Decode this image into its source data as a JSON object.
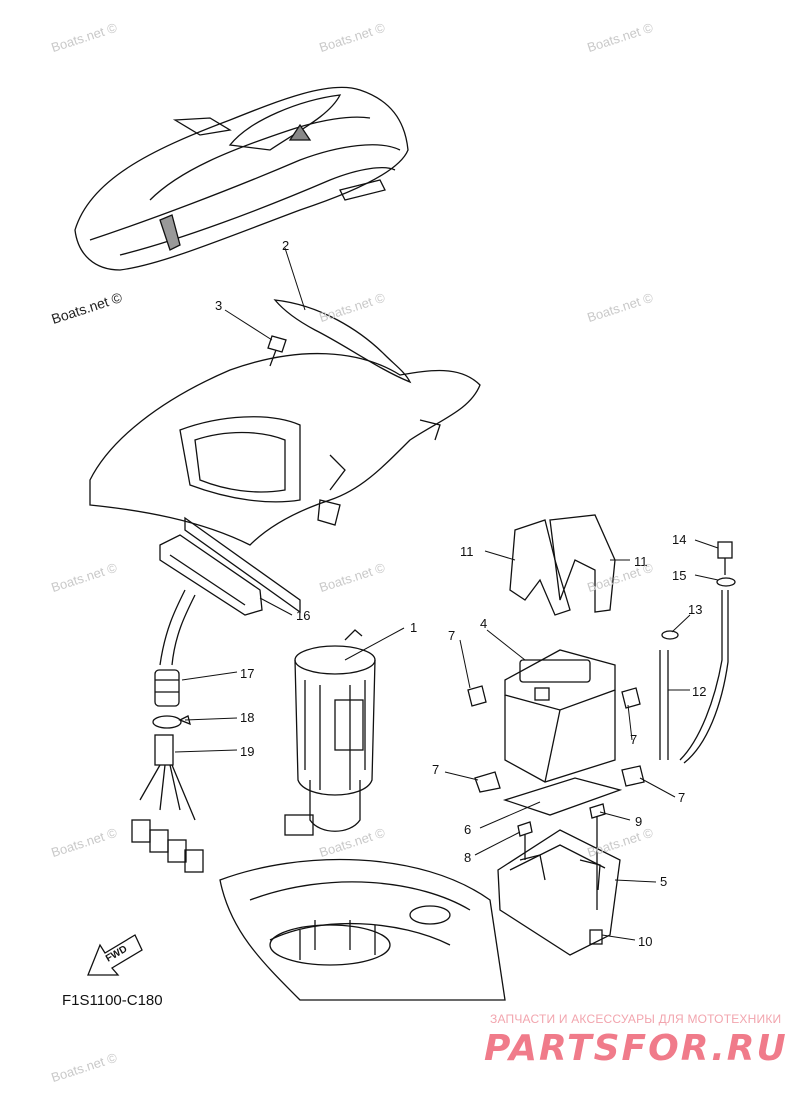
{
  "diagram": {
    "code": "F1S1100-C180",
    "fwd_label": "FWD",
    "callouts": [
      "1",
      "2",
      "3",
      "4",
      "5",
      "6",
      "7",
      "7",
      "7",
      "7",
      "8",
      "9",
      "10",
      "11",
      "11",
      "12",
      "13",
      "14",
      "15",
      "16",
      "17",
      "18",
      "19"
    ]
  },
  "watermarks": {
    "main": "Boats.net ©",
    "faded": [
      "Boats.net ©",
      "Boats.net ©",
      "Boats.net ©",
      "Boats.net ©",
      "Boats.net ©",
      "Boats.net ©",
      "Boats.net ©",
      "Boats.net ©",
      "Boats.net ©",
      "Boats.net ©",
      "Boats.net ©",
      "Boats.net ©"
    ]
  },
  "footer": {
    "promo": "ЗАПЧАСТИ И АКСЕССУАРЫ ДЛЯ МОТОТЕХНИКИ",
    "brand": "PARTSFOR.RU"
  },
  "colors": {
    "line": "#111111",
    "watermark": "#c9c9c9",
    "brand": "#f07b8a"
  }
}
